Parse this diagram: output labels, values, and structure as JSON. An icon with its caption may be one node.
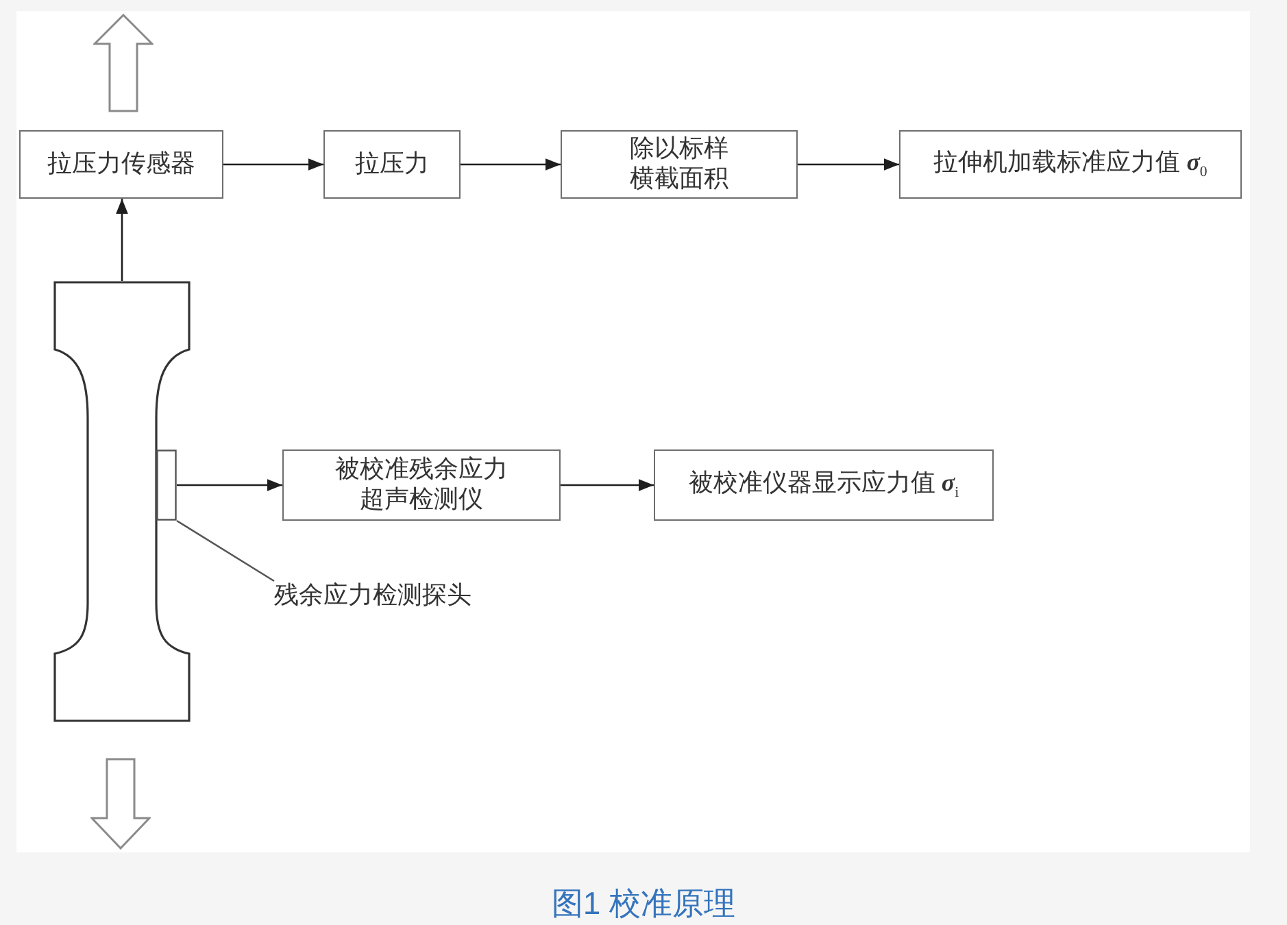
{
  "diagram": {
    "caption": "图1 校准原理",
    "nodes": [
      {
        "text": [
          "拉压力传感器"
        ]
      },
      {
        "text": [
          "拉压力"
        ]
      },
      {
        "text": [
          "除以标样横截面积"
        ]
      },
      {
        "text": [
          "拉伸机加载标准应力值 *σ*$_{0}$"
        ]
      },
      {
        "text": [],
        "shape": "picture"
      },
      {
        "text": [],
        "shape": "box"
      },
      {
        "text": [
          "被校准残余应力超声检测仪"
        ]
      },
      {
        "text": [
          "被校准仪器显示应力值 *σ*$_{i}$"
        ]
      },
      {
        "text": [
          "残余应力检测探头"
        ]
      }
    ],
    "edges": [
      {
        "from": 4,
        "to": 0,
        "arrow": "to"
      },
      {
        "from": 0,
        "to": 1,
        "arrow": "to"
      },
      {
        "from": 1,
        "to": 2,
        "arrow": "to"
      },
      {
        "from": 2,
        "to": 3,
        "arrow": "to"
      },
      {
        "from": 5,
        "to": 6,
        "arrow": "to"
      },
      {
        "from": 6,
        "to": 7,
        "arrow": "to"
      },
      {
        "from": 8,
        "to": 5,
        "arrow": "none"
      }
    ]
  }
}
